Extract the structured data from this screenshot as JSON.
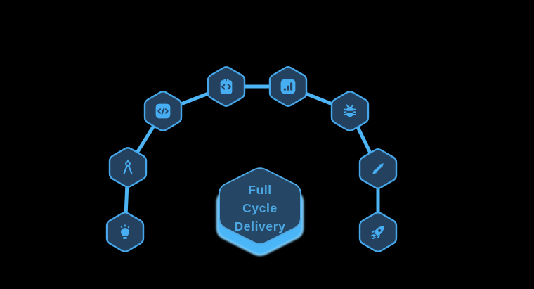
{
  "diagram": {
    "name": "full-cycle-delivery",
    "center_hexagon": {
      "lines": [
        "Full",
        "Cycle",
        "Delivery"
      ]
    },
    "nodes": [
      {
        "icon": "lightbulb-icon"
      },
      {
        "icon": "drafting-compass-icon"
      },
      {
        "icon": "code-icon"
      },
      {
        "icon": "clipboard-code-icon"
      },
      {
        "icon": "bar-chart-icon"
      },
      {
        "icon": "bug-icon"
      },
      {
        "icon": "resize-arrows-icon"
      },
      {
        "icon": "rocket-icon"
      }
    ],
    "colors": {
      "background": "#000000",
      "hex_fill": "#24425f",
      "center_hex_fill": "#254765",
      "hex_border": "#45a7ea",
      "accent": "#47aef3",
      "connector": "#4db5f6",
      "glow": "#4bb6f7",
      "glow_edge": "#86d3fb",
      "text": "#4da7e3"
    }
  }
}
